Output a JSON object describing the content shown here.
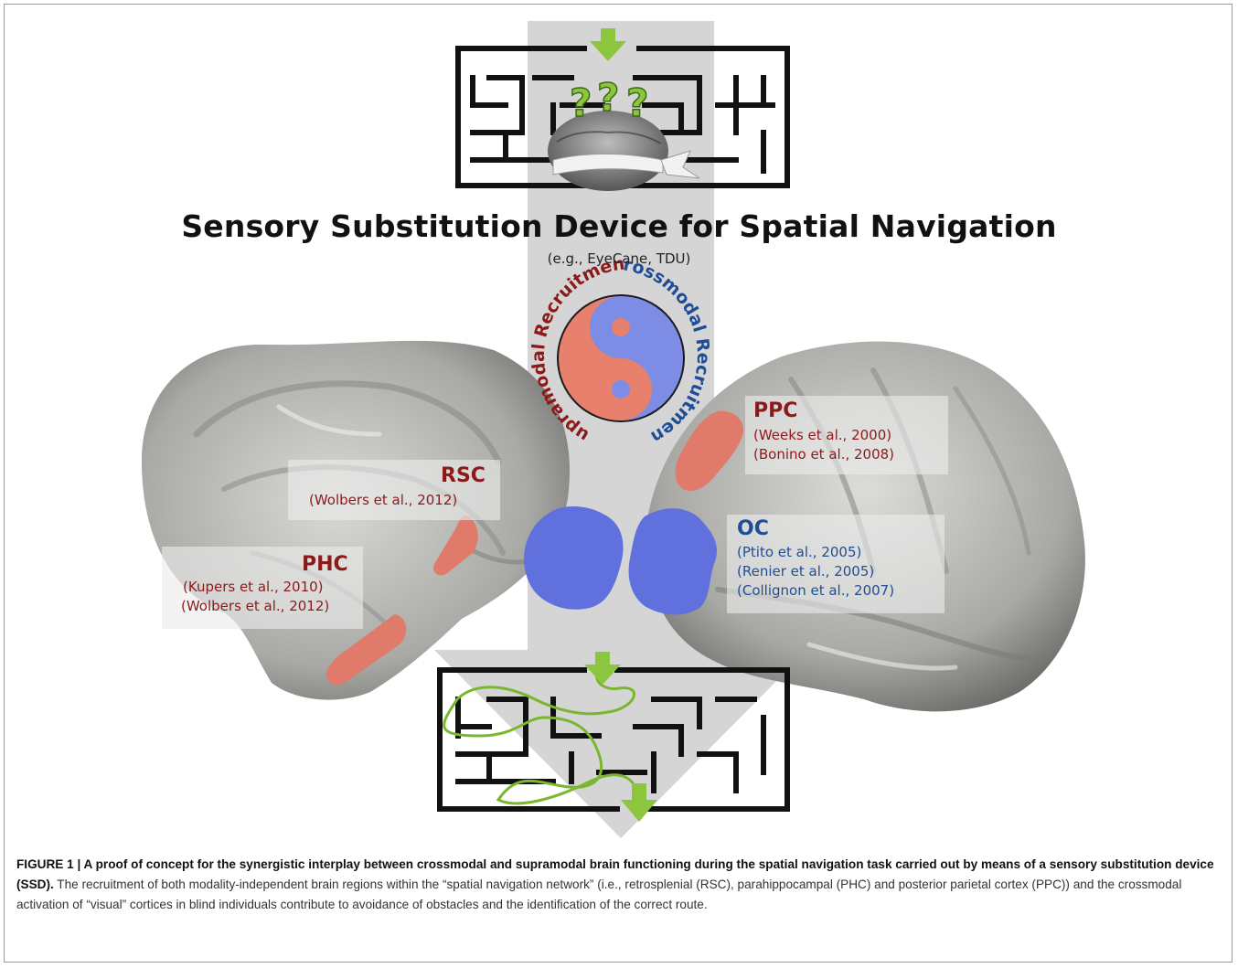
{
  "figure": {
    "title": "Sensory Substitution Device for Spatial Navigation",
    "subtitle": "(e.g., EyeCane, TDU)",
    "yin_yang": {
      "left_text": "Supramodal Recruitment",
      "right_text": "Crossmodal Recruitment",
      "left_color": "#e8806e",
      "right_color": "#7d8de6"
    },
    "regions": {
      "rsc": {
        "abbr": "RSC",
        "citations": [
          "(Wolbers et al., 2012)"
        ]
      },
      "phc": {
        "abbr": "PHC",
        "citations": [
          "(Kupers et al., 2010)",
          "(Wolbers et al., 2012)"
        ]
      },
      "ppc": {
        "abbr": "PPC",
        "citations": [
          "(Weeks et al., 2000)",
          "(Bonino et al., 2008)"
        ]
      },
      "oc": {
        "abbr": "OC",
        "citations": [
          "(Ptito et al., 2005)",
          "(Renier et al., 2005)",
          "(Collignon et al., 2007)"
        ]
      }
    },
    "icons": [
      "maze-icon",
      "blindfolded-brain-icon",
      "question-marks-icon",
      "arrow-down-icon",
      "solved-maze-icon"
    ],
    "colors": {
      "supramodal": "#8b1a1a",
      "crossmodal": "#1f4e96",
      "arrow_green": "#8cc63f",
      "region_red": "#e07a6a",
      "region_blue": "#6070dd"
    }
  },
  "caption": {
    "label": "FIGURE 1 | A proof of concept for the synergistic interplay between crossmodal and supramodal brain functioning during the spatial navigation task carried out by means of a sensory substitution device (SSD).",
    "text": " The recruitment of both modality-independent brain regions within the “spatial navigation network” (i.e., retrosplenial (RSC), parahippocampal (PHC) and posterior parietal cortex (PPC)) and the crossmodal activation of “visual” cortices in blind individuals contribute to avoidance of obstacles and the identification of the correct route."
  }
}
